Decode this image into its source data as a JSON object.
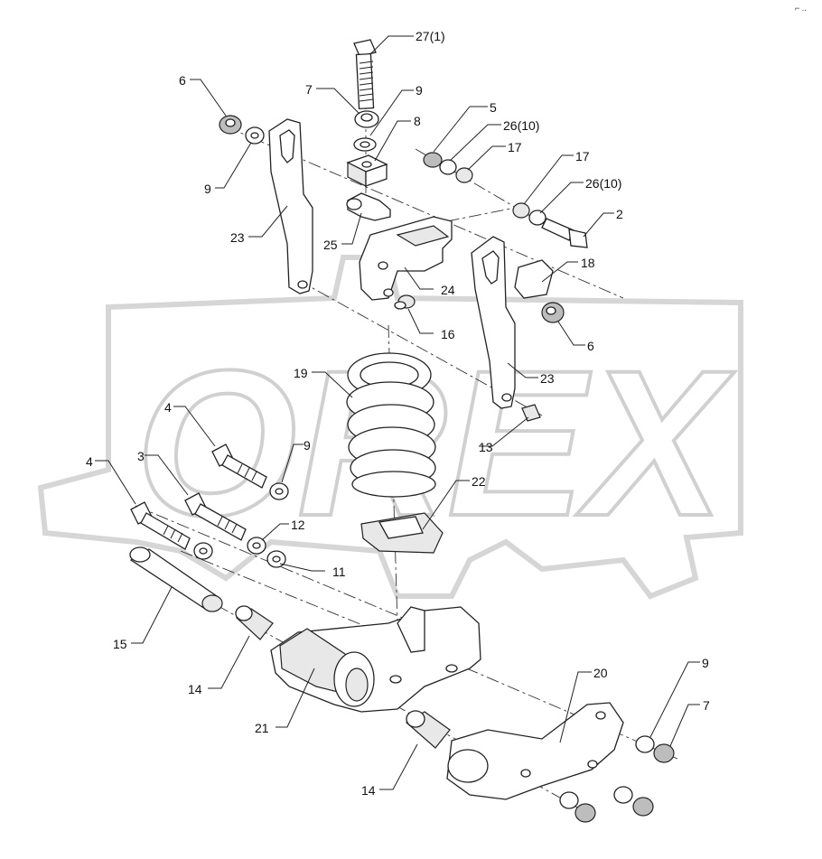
{
  "watermark": {
    "text": "OREX"
  },
  "corner_mark": "⌐ ..",
  "labels": {
    "l27": "27(1)",
    "l7a": "7",
    "l9a": "9",
    "l6a": "6",
    "l8": "8",
    "l9b": "9",
    "l5": "5",
    "l26a": "26(10)",
    "l17a": "17",
    "l17b": "17",
    "l26b": "26(10)",
    "l2": "2",
    "l23a": "23",
    "l25": "25",
    "l24": "24",
    "l18": "18",
    "l16": "16",
    "l6b": "6",
    "l19": "19",
    "l23b": "23",
    "l4a": "4",
    "l9c": "9",
    "l13": "13",
    "l3": "3",
    "l4b": "4",
    "l22": "22",
    "l12": "12",
    "l11": "11",
    "l15": "15",
    "l20": "20",
    "l9d": "9",
    "l7b": "7",
    "l14a": "14",
    "l21": "21",
    "l14b": "14"
  }
}
